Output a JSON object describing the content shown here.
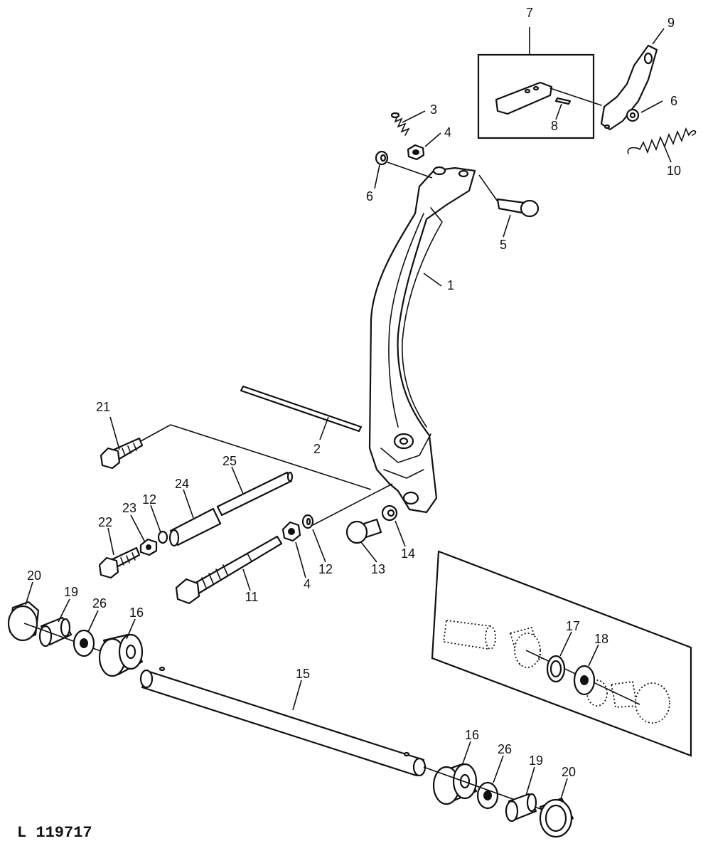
{
  "figure_id": "L 119717",
  "callouts": {
    "c1": "1",
    "c2": "2",
    "c3": "3",
    "c4a": "4",
    "c4b": "4",
    "c5": "5",
    "c6a": "6",
    "c6b": "6",
    "c7": "7",
    "c8": "8",
    "c9": "9",
    "c10": "10",
    "c11": "11",
    "c12a": "12",
    "c12b": "12",
    "c13": "13",
    "c14": "14",
    "c15": "15",
    "c16a": "16",
    "c16b": "16",
    "c17": "17",
    "c18": "18",
    "c19a": "19",
    "c19b": "19",
    "c20a": "20",
    "c20b": "20",
    "c21": "21",
    "c22": "22",
    "c23": "23",
    "c24": "24",
    "c25": "25",
    "c26a": "26",
    "c26b": "26"
  }
}
